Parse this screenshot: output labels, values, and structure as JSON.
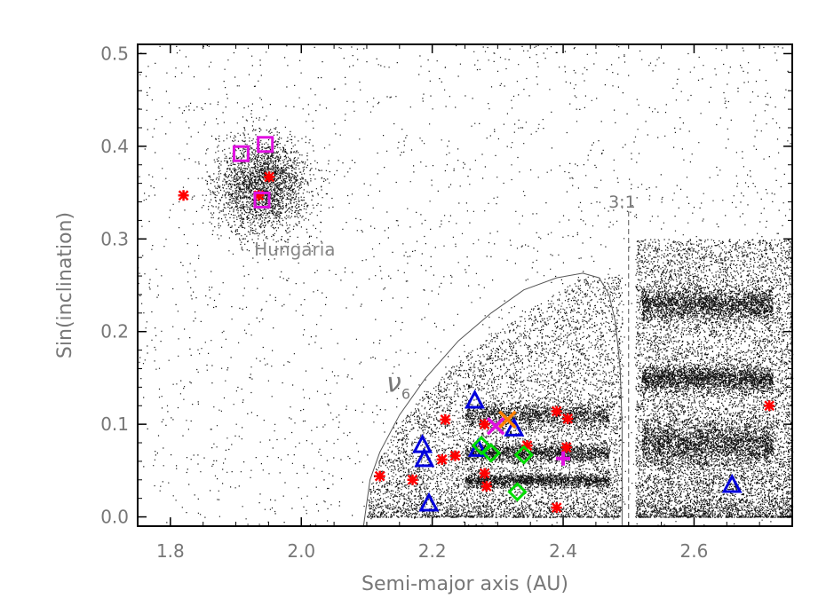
{
  "chart_data": {
    "type": "scatter",
    "xlabel": "Semi-major axis (AU)",
    "ylabel": "Sin(inclination)",
    "xlim": [
      1.75,
      2.75
    ],
    "ylim": [
      -0.01,
      0.51
    ],
    "xticks": [
      1.8,
      2.0,
      2.2,
      2.4,
      2.6
    ],
    "xtick_labels": [
      "1.8",
      "2.0",
      "2.2",
      "2.4",
      "2.6"
    ],
    "yticks": [
      0.0,
      0.1,
      0.2,
      0.3,
      0.4,
      0.5
    ],
    "ytick_labels": [
      "0.0",
      "0.1",
      "0.2",
      "0.3",
      "0.4",
      "0.5"
    ],
    "grid": false,
    "annotations": {
      "hungaria": "Hungaria",
      "nu6_symbol": "ν",
      "nu6_subscript": "6",
      "resonance": "3:1"
    },
    "nu6_curve": [
      [
        2.095,
        -0.01
      ],
      [
        2.105,
        0.04
      ],
      [
        2.12,
        0.07
      ],
      [
        2.15,
        0.11
      ],
      [
        2.19,
        0.15
      ],
      [
        2.24,
        0.19
      ],
      [
        2.29,
        0.22
      ],
      [
        2.34,
        0.245
      ],
      [
        2.39,
        0.258
      ],
      [
        2.43,
        0.263
      ],
      [
        2.455,
        0.258
      ],
      [
        2.47,
        0.24
      ],
      [
        2.48,
        0.21
      ],
      [
        2.487,
        0.16
      ],
      [
        2.49,
        0.1
      ],
      [
        2.49,
        0.04
      ],
      [
        2.49,
        -0.01
      ]
    ],
    "resonance_line_x": 2.5,
    "background_population": [
      {
        "region": "hungaria",
        "x_center": 1.94,
        "y_center": 0.36,
        "x_spread": 0.06,
        "y_spread": 0.045
      },
      {
        "region": "inner_main_belt",
        "x_range": [
          2.1,
          2.49
        ],
        "y_range": [
          0.0,
          0.26
        ]
      },
      {
        "region": "middle_main_belt",
        "x_range": [
          2.51,
          2.75
        ],
        "y_range": [
          0.0,
          0.3
        ]
      }
    ],
    "series": [
      {
        "color": "#ff0000",
        "marker": "star",
        "points": [
          [
            1.82,
            0.347
          ],
          [
            1.935,
            0.347
          ],
          [
            1.951,
            0.367
          ],
          [
            2.12,
            0.044
          ],
          [
            2.17,
            0.04
          ],
          [
            2.215,
            0.062
          ],
          [
            2.22,
            0.105
          ],
          [
            2.235,
            0.066
          ],
          [
            2.28,
            0.047
          ],
          [
            2.283,
            0.033
          ],
          [
            2.28,
            0.1
          ],
          [
            2.39,
            0.114
          ],
          [
            2.405,
            0.075
          ],
          [
            2.407,
            0.106
          ],
          [
            2.39,
            0.01
          ],
          [
            2.715,
            0.12
          ],
          [
            2.345,
            0.077
          ]
        ]
      },
      {
        "color": "#e010e0",
        "marker": "square",
        "points": [
          [
            1.908,
            0.392
          ],
          [
            1.945,
            0.402
          ],
          [
            1.94,
            0.342
          ]
        ]
      },
      {
        "color": "#0000dd",
        "marker": "triangle",
        "points": [
          [
            2.265,
            0.125
          ],
          [
            2.185,
            0.077
          ],
          [
            2.188,
            0.062
          ],
          [
            2.27,
            0.073
          ],
          [
            2.195,
            0.014
          ],
          [
            2.325,
            0.095
          ],
          [
            2.658,
            0.034
          ]
        ]
      },
      {
        "color": "#00dd00",
        "marker": "diamond",
        "points": [
          [
            2.275,
            0.077
          ],
          [
            2.29,
            0.069
          ],
          [
            2.34,
            0.067
          ],
          [
            2.33,
            0.027
          ]
        ]
      },
      {
        "color": "#ff8000",
        "marker": "x",
        "points": [
          [
            2.315,
            0.105
          ]
        ]
      },
      {
        "color": "#e010e0",
        "marker": "x",
        "points": [
          [
            2.297,
            0.098
          ]
        ]
      },
      {
        "color": "#e010e0",
        "marker": "plus",
        "points": [
          [
            2.4,
            0.063
          ]
        ]
      }
    ]
  }
}
